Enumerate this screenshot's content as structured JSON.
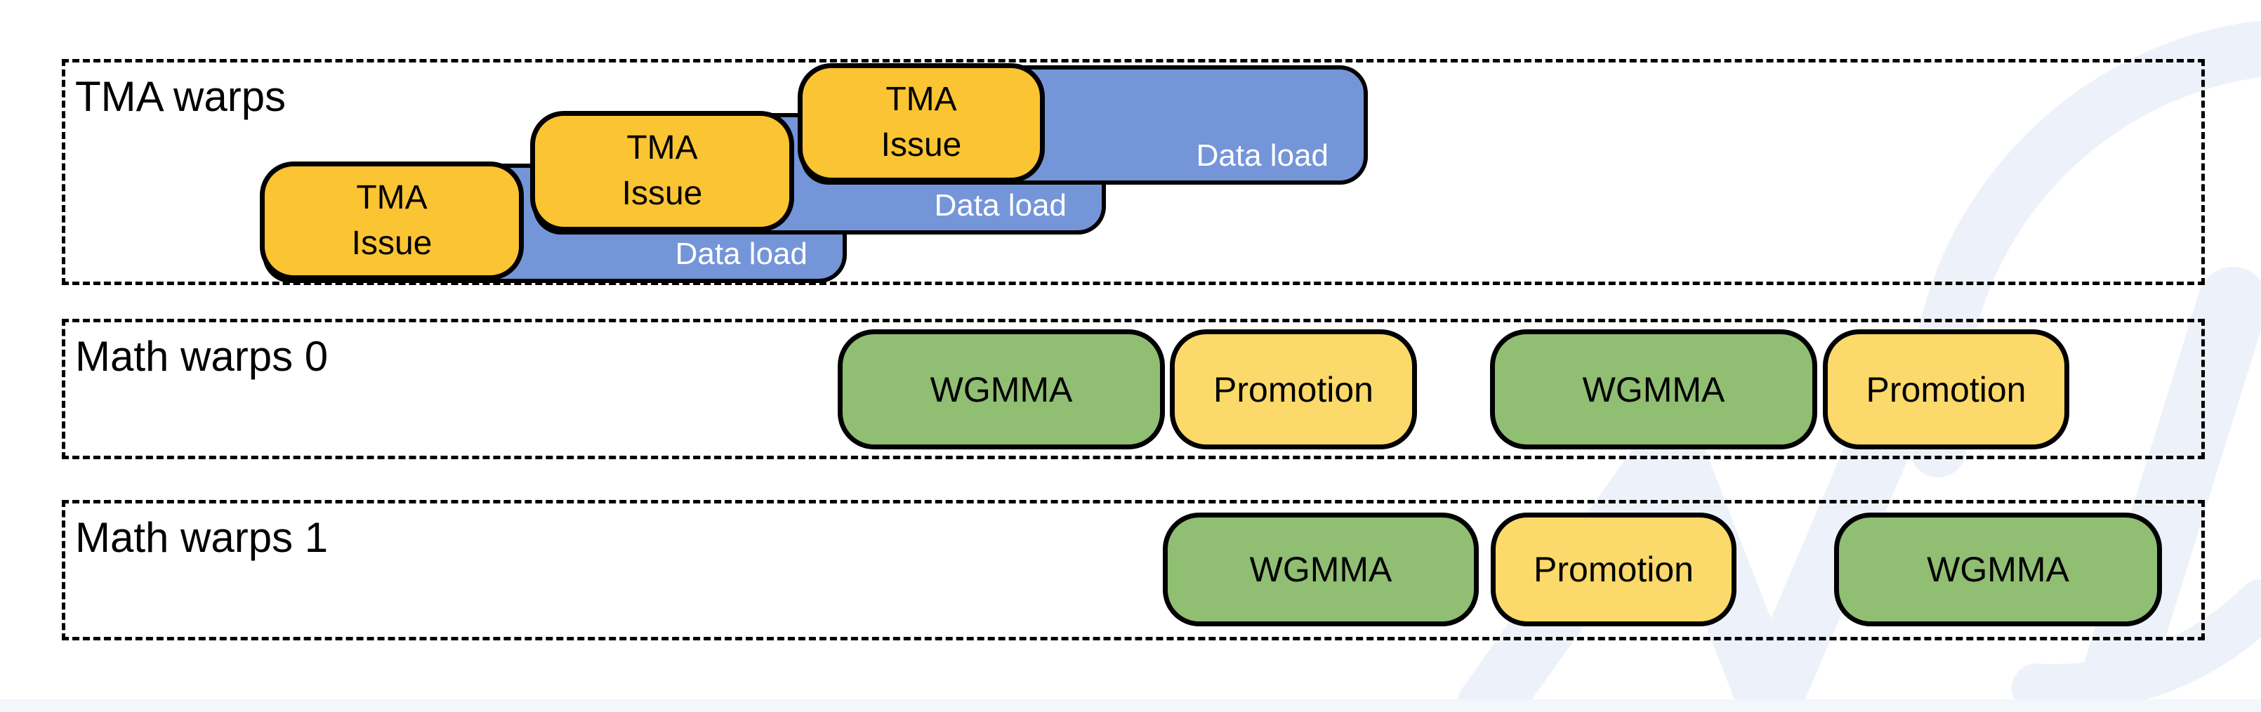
{
  "colors": {
    "tma_issue_fill": "#FBC433",
    "data_load_fill": "#7595D9",
    "wgmma_fill": "#90BE72",
    "promotion_fill": "#FBD96A",
    "outline": "#000000",
    "row_border": "#000000",
    "watermark": "#EDF1F9",
    "footer_strip": "#F3F6FB"
  },
  "diagram": {
    "rows": [
      {
        "label": "TMA warps"
      },
      {
        "label": "Math warps 0"
      },
      {
        "label": "Math warps 1"
      }
    ],
    "tma_events": [
      {
        "issue_line1": "TMA",
        "issue_line2": "Issue",
        "load_label": "Data load"
      },
      {
        "issue_line1": "TMA",
        "issue_line2": "Issue",
        "load_label": "Data load"
      },
      {
        "issue_line1": "TMA",
        "issue_line2": "Issue",
        "load_label": "Data load"
      }
    ],
    "math_warps_0_blocks": [
      {
        "type": "wgmma",
        "label": "WGMMA"
      },
      {
        "type": "promotion",
        "label": "Promotion"
      },
      {
        "type": "wgmma",
        "label": "WGMMA"
      },
      {
        "type": "promotion",
        "label": "Promotion"
      }
    ],
    "math_warps_1_blocks": [
      {
        "type": "wgmma",
        "label": "WGMMA"
      },
      {
        "type": "promotion",
        "label": "Promotion"
      },
      {
        "type": "wgmma",
        "label": "WGMMA"
      }
    ]
  }
}
